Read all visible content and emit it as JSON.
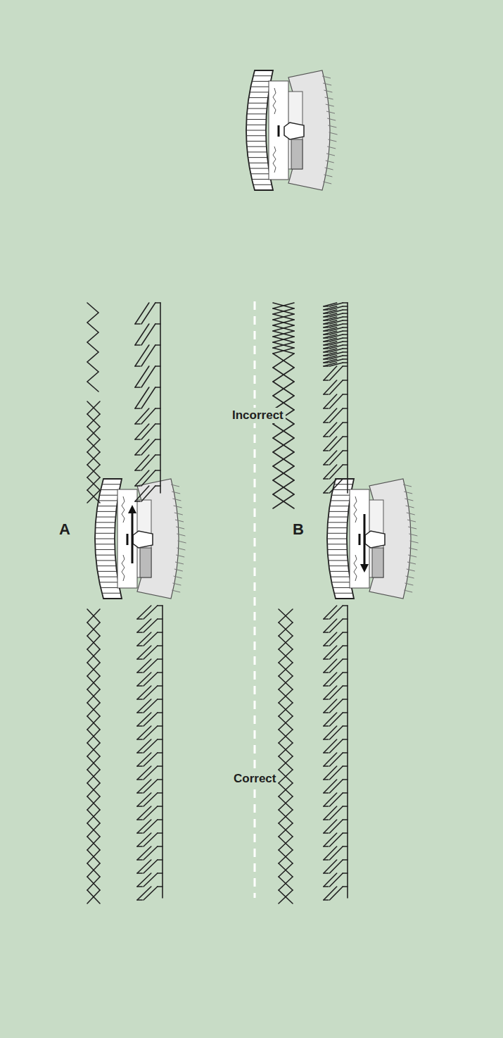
{
  "diagram": {
    "labels": [
      "Incorrect",
      "A",
      "B",
      "Correct"
    ]
  }
}
